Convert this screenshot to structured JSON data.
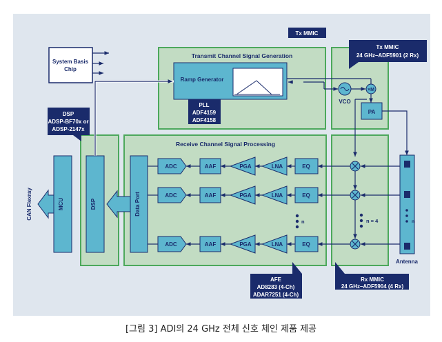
{
  "labels": {
    "tx_mmic_top": "Tx MMIC",
    "tx_mmic_right_1": "Tx MMIC",
    "tx_mmic_right_2": "24 GHz–ADF5901 (2 Rx)",
    "system_basis_1": "System Basis",
    "system_basis_2": "Chip",
    "transmit_title": "Transmit Channel Signal Generation",
    "ramp_generator": "Ramp Generator",
    "pll_1": "PLL",
    "pll_2": "ADF4159",
    "pll_3": "ADF4158",
    "vco": "VCO",
    "multiplier": "×M",
    "pa": "PA",
    "dsp_callout_1": "DSP",
    "dsp_callout_2": "ADSP-BF70x or",
    "dsp_callout_3": "ADSP-2147x",
    "receive_title": "Receive Channel Signal Processing",
    "can_flexray": "CAN Flexray",
    "mcu": "MCU",
    "dsp": "DSP",
    "data_port": "Data Port",
    "adc": "ADC",
    "aaf": "AAF",
    "pga": "PGA",
    "lna": "LNA",
    "eq": "EQ",
    "n": "n",
    "n_eq_4": "n = 4",
    "antenna": "Antenna",
    "afe_1": "AFE",
    "afe_2": "AD8283 (4-Ch)",
    "afe_3": "ADAR7251 (4-Ch)",
    "rx_mmic_1": "Rx MMIC",
    "rx_mmic_2": "24 GHz–ADF5904 (4 Rx)",
    "caption": "[그림 3] ADI의 24 GHz 전체 신호 체인 제품 제공"
  },
  "colors": {
    "panel_bg": "#dfe6ee",
    "section_fill": "#c2dcc3",
    "section_border": "#4ca85c",
    "block_fill": "#5db6cf",
    "block_dark": "#2c7f98",
    "callout_bg": "#1a2b6b",
    "line": "#1a2b6b",
    "white": "#ffffff"
  }
}
